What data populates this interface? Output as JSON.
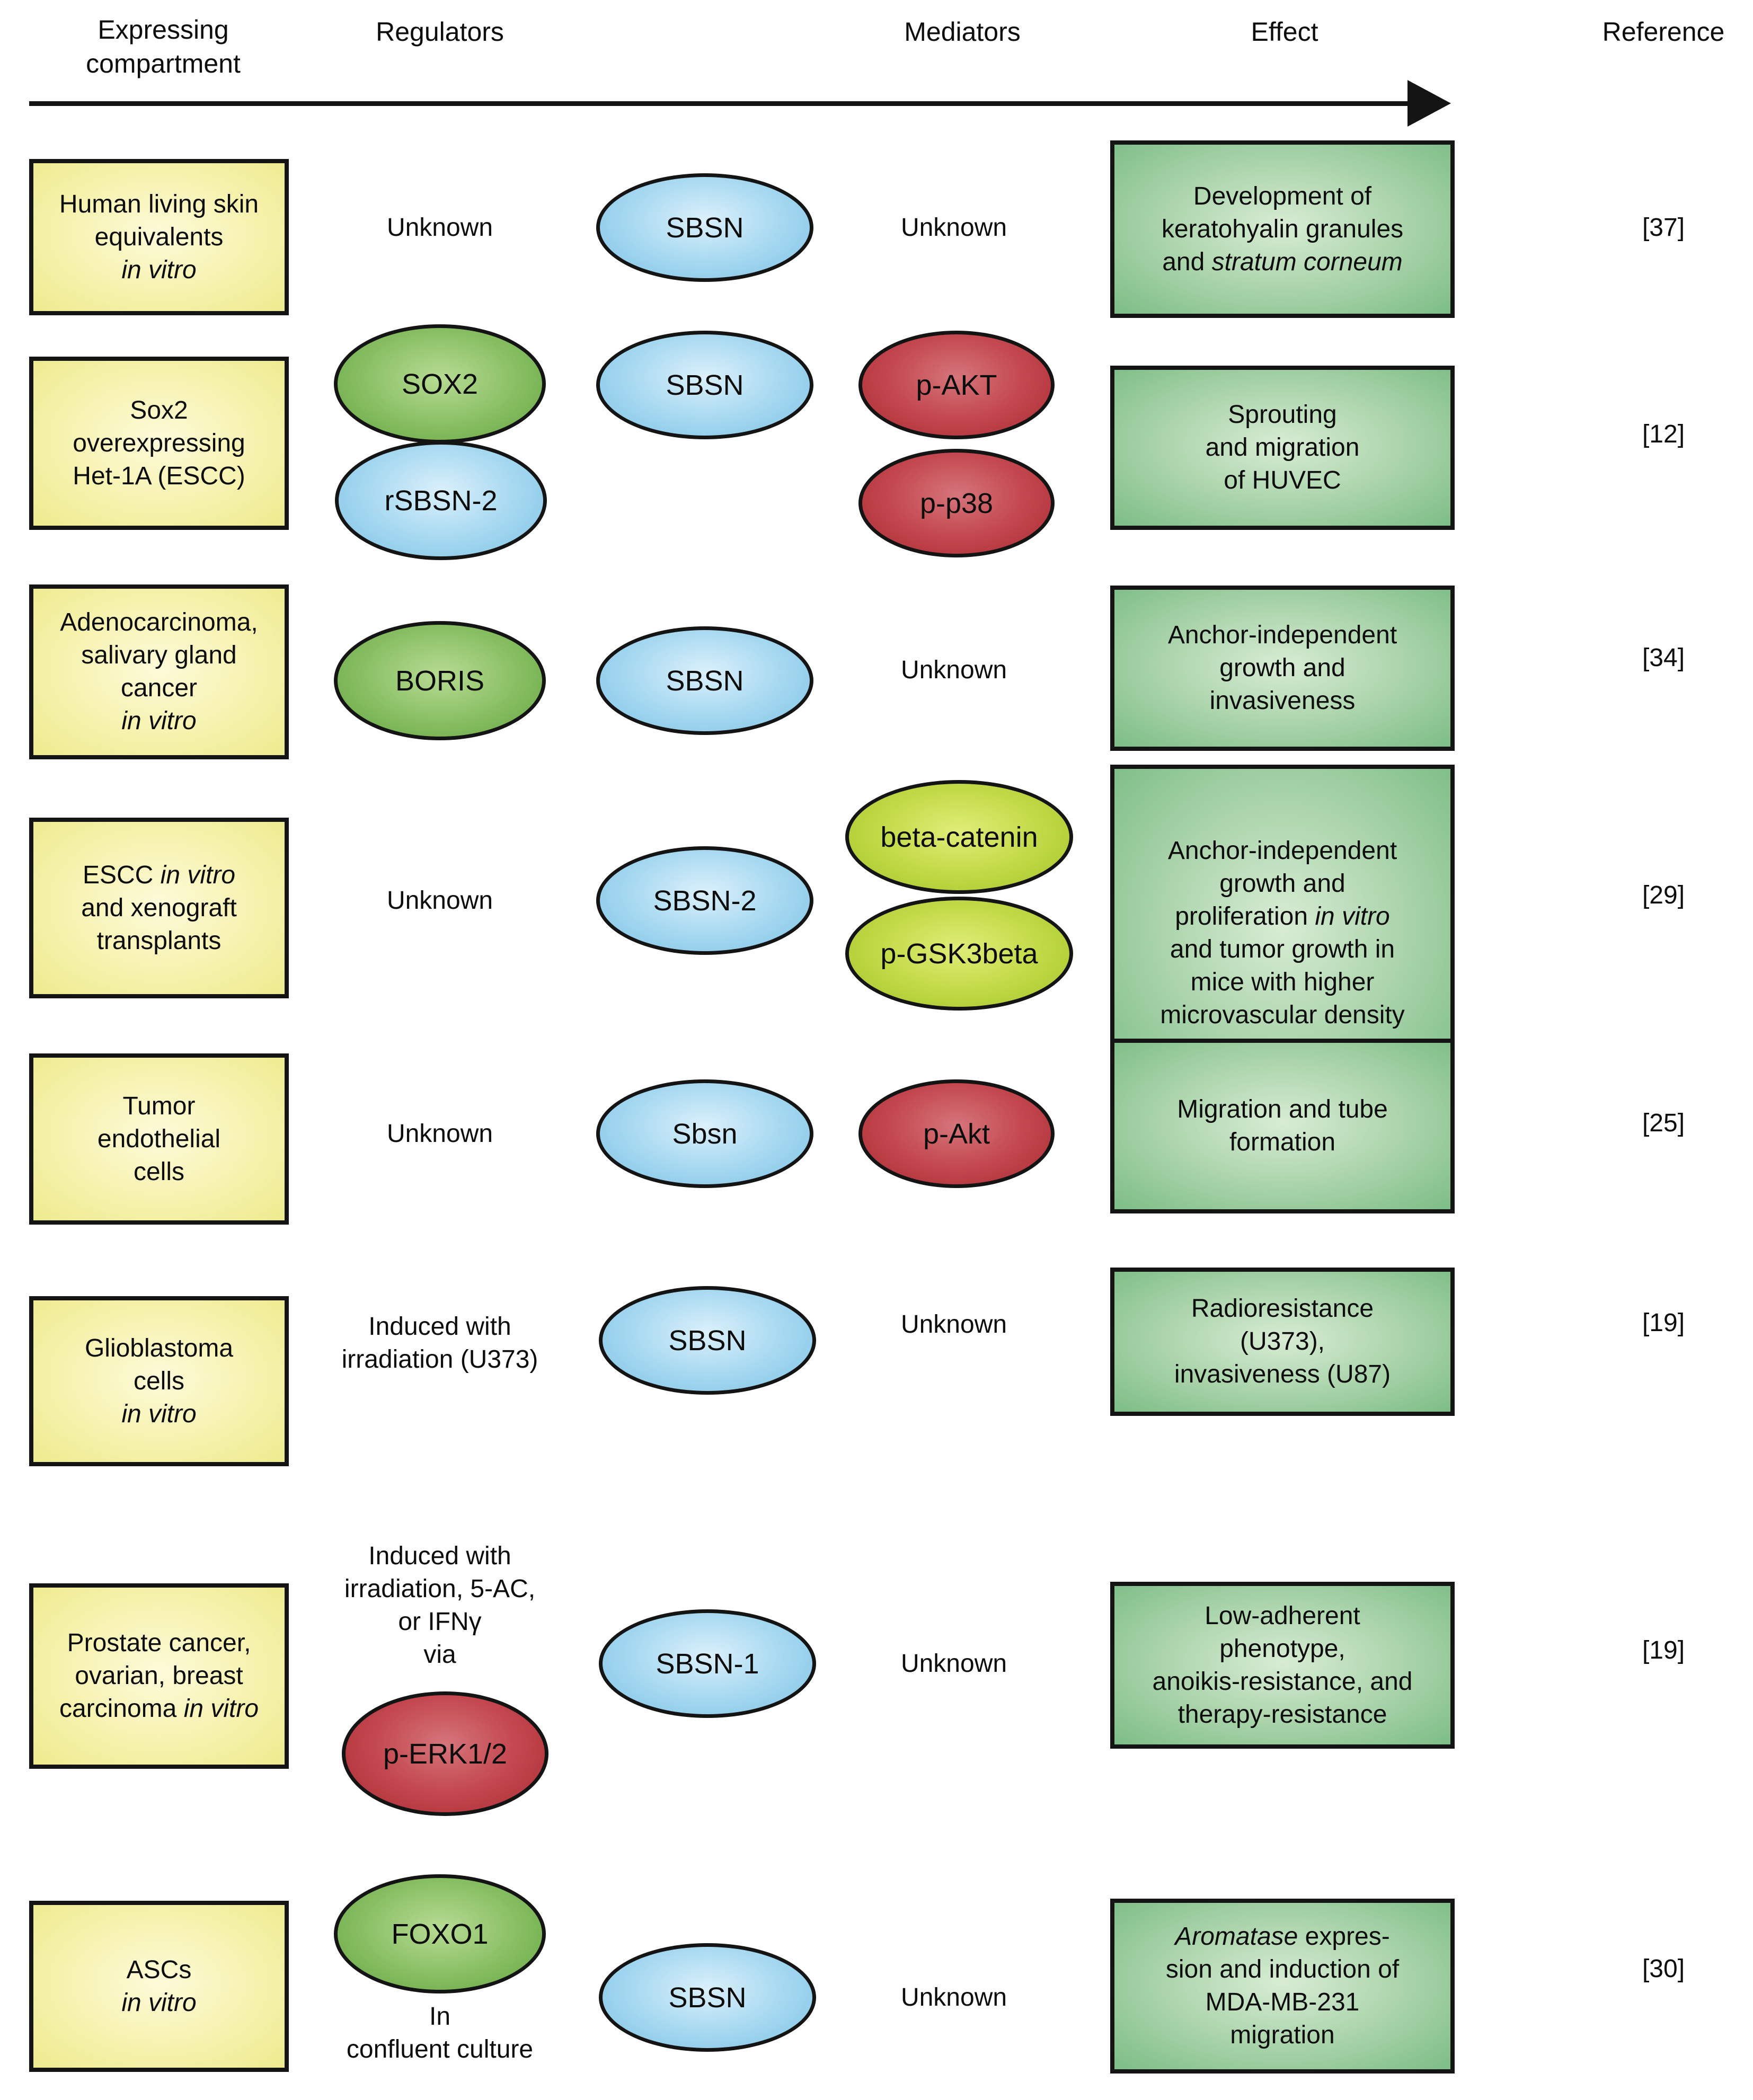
{
  "palette": {
    "compartment_fill": "#f2ee9c",
    "effect_fill": "#7fc08a",
    "protein_blue": "#7dc2e5",
    "regulator_green": "#63a53e",
    "mediator_lime": "#a2c427",
    "mediator_red": "#b5333c",
    "outline": "#141414",
    "background": "#ffffff"
  },
  "header": {
    "expressing": [
      [
        {
          "t": "Expressing"
        }
      ],
      [
        {
          "t": "compartment"
        }
      ]
    ],
    "regulators": "Regulators",
    "mediators": "Mediators",
    "effect": "Effect",
    "reference": "Reference"
  },
  "rows": [
    {
      "compartment": [
        [
          {
            "t": "Human living skin"
          }
        ],
        [
          {
            "t": "equivalents"
          }
        ],
        [
          {
            "t": "in vitro",
            "i": true
          }
        ]
      ],
      "regulator_text": [
        [
          {
            "t": "Unknown"
          }
        ]
      ],
      "protein": "SBSN",
      "mediator_text": [
        [
          {
            "t": "Unknown"
          }
        ]
      ],
      "effect": [
        [
          {
            "t": "Development of"
          }
        ],
        [
          {
            "t": "keratohyalin granules"
          }
        ],
        [
          {
            "t": "and "
          },
          {
            "t": "stratum corneum",
            "i": true
          }
        ]
      ],
      "reference": "[37]"
    },
    {
      "compartment": [
        [
          {
            "t": "Sox2"
          }
        ],
        [
          {
            "t": "overexpressing"
          }
        ],
        [
          {
            "t": "Het-1A (ESCC)"
          }
        ]
      ],
      "regulator_ellipses": [
        "SOX2",
        "rSBSN-2"
      ],
      "protein": "SBSN",
      "mediator_ellipses": [
        "p-AKT",
        "p-p38"
      ],
      "effect": [
        [
          {
            "t": "Sprouting"
          }
        ],
        [
          {
            "t": "and migration"
          }
        ],
        [
          {
            "t": "of HUVEC"
          }
        ]
      ],
      "reference": "[12]"
    },
    {
      "compartment": [
        [
          {
            "t": "Adenocarcinoma,"
          }
        ],
        [
          {
            "t": "salivary gland"
          }
        ],
        [
          {
            "t": "cancer"
          }
        ],
        [
          {
            "t": "in vitro",
            "i": true
          }
        ]
      ],
      "regulator_ellipses": [
        "BORIS"
      ],
      "protein": "SBSN",
      "mediator_text": [
        [
          {
            "t": "Unknown"
          }
        ]
      ],
      "effect": [
        [
          {
            "t": "Anchor-independent"
          }
        ],
        [
          {
            "t": "growth and"
          }
        ],
        [
          {
            "t": "invasiveness"
          }
        ]
      ],
      "reference": "[34]"
    },
    {
      "compartment": [
        [
          {
            "t": "ESCC "
          },
          {
            "t": "in vitro",
            "i": true
          }
        ],
        [
          {
            "t": "and xenograft"
          }
        ],
        [
          {
            "t": "transplants"
          }
        ]
      ],
      "regulator_text": [
        [
          {
            "t": "Unknown"
          }
        ]
      ],
      "protein": "SBSN-2",
      "mediator_ellipses": [
        "beta-catenin",
        "p-GSK3beta"
      ],
      "effect": [
        [
          {
            "t": "Anchor-independent"
          }
        ],
        [
          {
            "t": "growth and"
          }
        ],
        [
          {
            "t": "proliferation "
          },
          {
            "t": "in vitro",
            "i": true
          }
        ],
        [
          {
            "t": "and tumor growth in"
          }
        ],
        [
          {
            "t": "mice with higher"
          }
        ],
        [
          {
            "t": "microvascular density"
          }
        ]
      ],
      "reference": "[29]"
    },
    {
      "compartment": [
        [
          {
            "t": "Tumor"
          }
        ],
        [
          {
            "t": "endothelial"
          }
        ],
        [
          {
            "t": "cells"
          }
        ]
      ],
      "regulator_text": [
        [
          {
            "t": "Unknown"
          }
        ]
      ],
      "protein": "Sbsn",
      "mediator_ellipses": [
        "p-Akt"
      ],
      "effect": [
        [
          {
            "t": "Migration and tube"
          }
        ],
        [
          {
            "t": "formation"
          }
        ]
      ],
      "reference": "[25]"
    },
    {
      "compartment": [
        [
          {
            "t": "Glioblastoma"
          }
        ],
        [
          {
            "t": "cells"
          }
        ],
        [
          {
            "t": "in vitro",
            "i": true
          }
        ]
      ],
      "regulator_text": [
        [
          {
            "t": "Induced with"
          }
        ],
        [
          {
            "t": "irradiation (U373)"
          }
        ]
      ],
      "protein": "SBSN",
      "mediator_text": [
        [
          {
            "t": "Unknown"
          }
        ]
      ],
      "effect": [
        [
          {
            "t": "Radioresistance"
          }
        ],
        [
          {
            "t": "(U373),"
          }
        ],
        [
          {
            "t": "invasiveness (U87)"
          }
        ]
      ],
      "reference": "[19]"
    },
    {
      "compartment": [
        [
          {
            "t": "Prostate cancer,"
          }
        ],
        [
          {
            "t": "ovarian, breast"
          }
        ],
        [
          {
            "t": "carcinoma "
          },
          {
            "t": "in vitro",
            "i": true
          }
        ]
      ],
      "regulator_text": [
        [
          {
            "t": "Induced with"
          }
        ],
        [
          {
            "t": "irradiation, 5-AC,"
          }
        ],
        [
          {
            "t": "or IFNγ"
          }
        ],
        [
          {
            "t": "via"
          }
        ]
      ],
      "regulator_ellipses": [
        "p-ERK1/2"
      ],
      "protein": "SBSN-1",
      "mediator_text": [
        [
          {
            "t": "Unknown"
          }
        ]
      ],
      "effect": [
        [
          {
            "t": "Low-adherent"
          }
        ],
        [
          {
            "t": "phenotype,"
          }
        ],
        [
          {
            "t": "anoikis-resistance, and"
          }
        ],
        [
          {
            "t": "therapy-resistance"
          }
        ]
      ],
      "reference": "[19]"
    },
    {
      "compartment": [
        [
          {
            "t": "ASCs"
          }
        ],
        [
          {
            "t": "in vitro",
            "i": true
          }
        ]
      ],
      "regulator_ellipses": [
        "FOXO1"
      ],
      "regulator_note": [
        [
          {
            "t": "In"
          }
        ],
        [
          {
            "t": "confluent culture"
          }
        ]
      ],
      "protein": "SBSN",
      "mediator_text": [
        [
          {
            "t": "Unknown"
          }
        ]
      ],
      "effect": [
        [
          {
            "t": "Aromatase",
            "i": true
          },
          {
            "t": " expres-"
          }
        ],
        [
          {
            "t": "sion and induction of"
          }
        ],
        [
          {
            "t": "MDA-MB-231"
          }
        ],
        [
          {
            "t": "migration"
          }
        ]
      ],
      "reference": "[30]"
    }
  ]
}
